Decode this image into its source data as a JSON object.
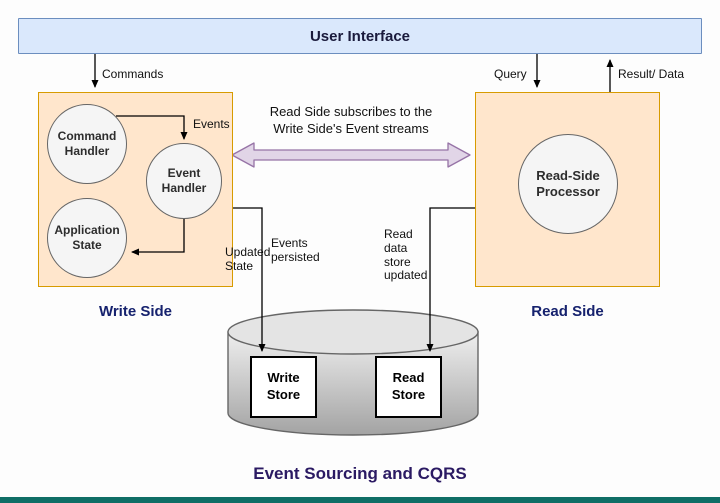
{
  "diagram_title": "Event Sourcing and CQRS",
  "header": {
    "title": "User Interface"
  },
  "write_side": {
    "label": "Write Side",
    "command_handler": "Command Handler",
    "event_handler": "Event Handler",
    "application_state": "Application State"
  },
  "read_side": {
    "label": "Read Side",
    "processor": "Read-Side Processor"
  },
  "event_store": {
    "write_store": "Write Store",
    "read_store": "Read Store"
  },
  "edges": {
    "commands": "Commands",
    "query": "Query",
    "result_data": "Result/ Data",
    "events": "Events",
    "updated_state": "Updated State",
    "events_persisted": "Events persisted",
    "read_data_store_updated": "Read data store updated",
    "subscription_line1": "Read Side subscribes to the",
    "subscription_line2": "Write Side's Event streams"
  },
  "colors": {
    "ui_fill": "#dae8fc",
    "ui_border": "#6c8ebf",
    "side_fill": "#ffe6cc",
    "side_border": "#d79b00",
    "node_fill": "#f5f5f5",
    "node_border": "#666666",
    "subscribe_arrow_fill": "#e1d5e7",
    "subscribe_arrow_border": "#9673a6",
    "store_fill": "#ffffff",
    "store_border": "#000000",
    "connector": "#000000",
    "side_label_color": "#16226e",
    "title_color": "#2b1a63",
    "bottom_bar": "#0f6e66"
  }
}
